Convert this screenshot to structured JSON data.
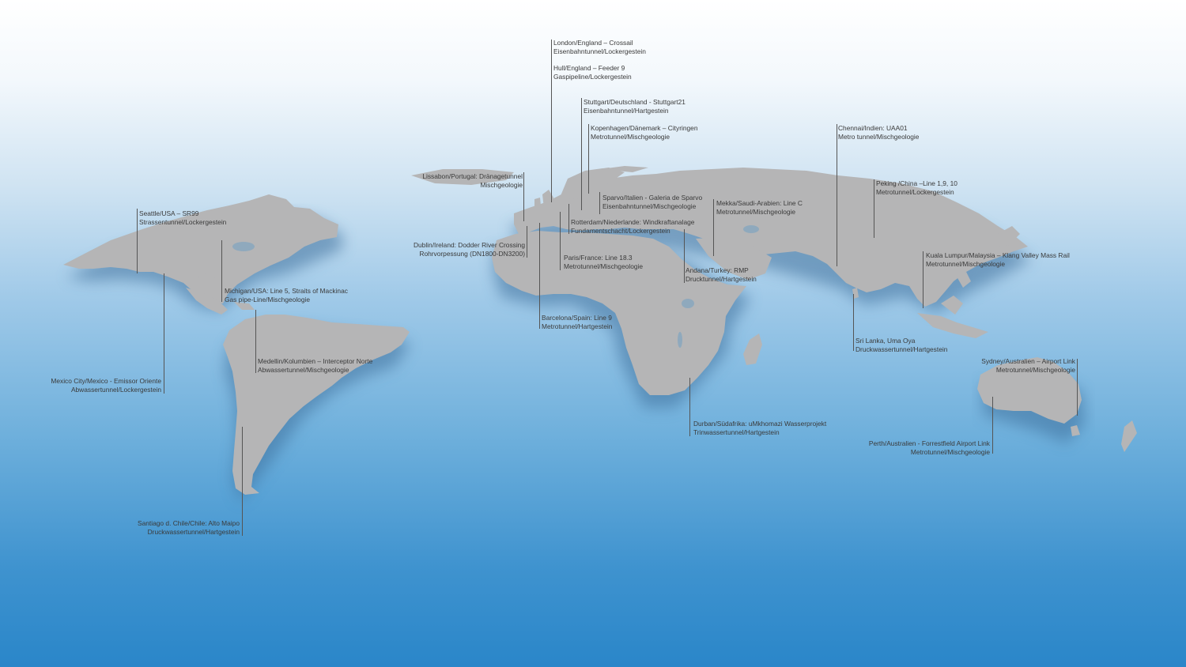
{
  "projects": [
    {
      "id": "london",
      "line1": "London/England – Crossail",
      "line2": "Eisenbahntunnel/Lockergestein"
    },
    {
      "id": "hull",
      "line1": "Hull/England – Feeder 9",
      "line2": "Gaspipeline/Lockergestein"
    },
    {
      "id": "stuttgart",
      "line1": "Stuttgart/Deutschland - Stuttgart21",
      "line2": "Eisenbahntunnel/Hartgestein"
    },
    {
      "id": "kopenhagen",
      "line1": "Kopenhagen/Dänemark – Cityringen",
      "line2": "Metrotunnel/Mischgeologie"
    },
    {
      "id": "chennai",
      "line1": "Chennai/Indien: UAA01",
      "line2": "Metro tunnel/Mischgeologie"
    },
    {
      "id": "lissabon",
      "line1": "Lissabon/Portugal: Dränagetunnel",
      "line2": "Mischgeologie"
    },
    {
      "id": "peking",
      "line1": "Peking /China –Line 1,9, 10",
      "line2": "Metrotunnel/Lockergestein"
    },
    {
      "id": "sparvo",
      "line1": "Sparvo/Italien - Galeria de Sparvo",
      "line2": "Eisenbahntunnel/Mischgeologie"
    },
    {
      "id": "mekka",
      "line1": "Mekka/Saudi-Arabien: Line C",
      "line2": "Metrotunnel/Mischgeologie"
    },
    {
      "id": "seattle",
      "line1": "Seattle/USA – SR99",
      "line2": "Strassentunnel/Lockergestein"
    },
    {
      "id": "rotterdam",
      "line1": "Rotterdam/Niederlande: Windkraftanalage",
      "line2": "Fundamentschacht/Lockergestein"
    },
    {
      "id": "dublin",
      "line1": "Dublin/Ireland: Dodder River Crossing",
      "line2": "Rohrvorpessung (DN1800-DN3200)"
    },
    {
      "id": "paris",
      "line1": "Paris/France:  Line 18.3",
      "line2": "Metrotunnel/Mischgeologie"
    },
    {
      "id": "kuala",
      "line1": "Kuala Lumpur/Malaysia – Klang Valley Mass Rail",
      "line2": "Metrotunnel/Mischgeologie"
    },
    {
      "id": "andana",
      "line1": "Andana/Turkey: RMP",
      "line2": "Drucktunnel/Hartgestein"
    },
    {
      "id": "michigan",
      "line1": "Michigan/USA:  Line 5, Straits of Mackinac",
      "line2": "Gas pipe-Line/Mischgeologie"
    },
    {
      "id": "barcelona",
      "line1": "Barcelona/Spain: Line 9",
      "line2": "Metrotunnel/Hartgestein"
    },
    {
      "id": "srilanka",
      "line1": "Sri Lanka, Uma Oya",
      "line2": "Druckwassertunnel/Hartgestein"
    },
    {
      "id": "medellin",
      "line1": "Medellin/Kolumbien – Interceptor Norte",
      "line2": "Abwassertunnel/Mischgeologie"
    },
    {
      "id": "sydney",
      "line1": "Sydney/Australien – Airport Link",
      "line2": "Metrotunnel/Mischgeologie"
    },
    {
      "id": "mexico",
      "line1": "Mexico City/Mexico - Emissor Oriente",
      "line2": "Abwassertunnel/Lockergestein"
    },
    {
      "id": "durban",
      "line1": "Durban/Südafrika: uMkhomazi Wasserprojekt",
      "line2": "Trinwassertunnel/Hartgestein"
    },
    {
      "id": "perth",
      "line1": "Perth/Australien - Forrestfield Airport Link",
      "line2": "Metrotunnel/Mischgeologie"
    },
    {
      "id": "santiago",
      "line1": "Santiago d. Chile/Chile: Alto Maipo",
      "line2": "Druckwassertunnel/Hartgestein"
    }
  ],
  "colors": {
    "land": "#b5b5b6",
    "ocean_top": "#ffffff",
    "ocean_bottom": "#2a86c9",
    "text": "#3a3a3a"
  }
}
